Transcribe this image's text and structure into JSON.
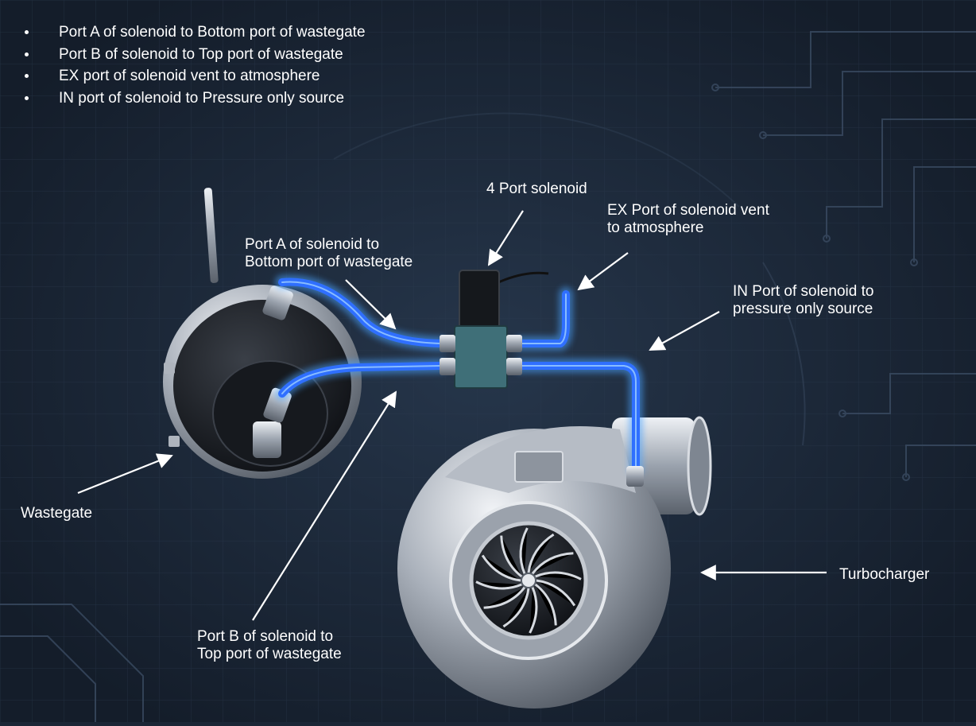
{
  "notes": [
    "Port A of solenoid to Bottom port of wastegate",
    "Port B of solenoid to Top port of wastegate",
    "EX port of solenoid vent to atmosphere",
    "IN port of solenoid to Pressure only source"
  ],
  "labels": {
    "solenoid": "4 Port solenoid",
    "ex_port": "EX Port of solenoid vent\nto atmosphere",
    "port_a": "Port A of solenoid to\nBottom port of wastegate",
    "in_port": "IN Port of solenoid to\npressure only source",
    "wastegate": "Wastegate",
    "turbocharger": "Turbocharger",
    "port_b": "Port B of solenoid to\nTop port of wastegate"
  },
  "colors": {
    "background": "#1b2636",
    "hose": "#2f6fff",
    "hose_glow": "#4aa3ff",
    "metal": "#c9ced6",
    "label": "#ffffff"
  }
}
